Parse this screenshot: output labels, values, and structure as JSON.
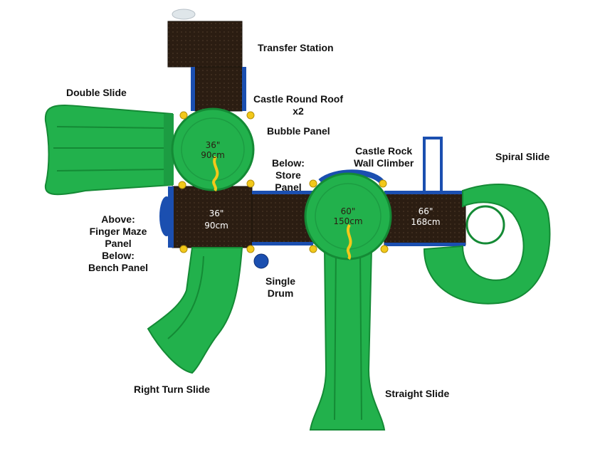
{
  "labels": {
    "transfer_station": "Transfer Station",
    "castle_round_roof": [
      "Castle Round Roof",
      "x2"
    ],
    "double_slide": "Double Slide",
    "bubble_panel": "Bubble Panel",
    "castle_rock_wall": [
      "Castle Rock",
      "Wall Climber"
    ],
    "spiral_slide": "Spiral Slide",
    "below_store_panel": [
      "Below:",
      "Store",
      "Panel"
    ],
    "finger_maze": [
      "Above:",
      "Finger Maze",
      "Panel",
      "Below:",
      "Bench Panel"
    ],
    "single_drum": [
      "Single",
      "Drum"
    ],
    "right_turn_slide": "Right Turn Slide",
    "straight_slide": "Straight Slide"
  },
  "dimensions": {
    "roof_left": [
      "36\"",
      "90cm"
    ],
    "deck_left": [
      "36\"",
      "90cm"
    ],
    "roof_right": [
      "60\"",
      "150cm"
    ],
    "deck_right": [
      "66\"",
      "168cm"
    ]
  },
  "colors": {
    "slide_green": "#22b14c",
    "slide_green_dark": "#148a35",
    "deck_brown": "#2b1d12",
    "post_blue": "#1b4fb0",
    "bolt_yellow": "#f2c81a"
  }
}
